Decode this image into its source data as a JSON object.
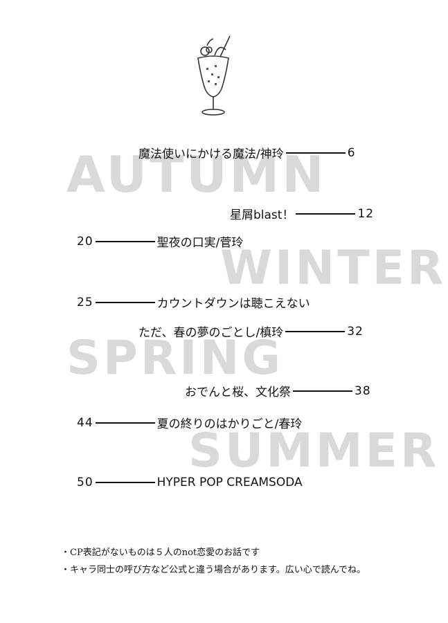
{
  "seasons": {
    "autumn": "AUTUMN",
    "winter": "WINTER",
    "spring": "SPRING",
    "summer": "SUMMER"
  },
  "entries": [
    {
      "title": "魔法使いにかける魔法/神玲",
      "page": "6"
    },
    {
      "title": "星屑blast！",
      "page": "12"
    },
    {
      "title": "聖夜の口実/菅玲",
      "page": "20"
    },
    {
      "title": "カウントダウンは聴こえない",
      "page": "25"
    },
    {
      "title": "ただ、春の夢のごとし/槙玲",
      "page": "32"
    },
    {
      "title": "おでんと桜、文化祭",
      "page": "38"
    },
    {
      "title": "夏の終りのはかりごと/春玲",
      "page": "44"
    },
    {
      "title": "HYPER POP CREAMSODA",
      "page": "50"
    }
  ],
  "notes": [
    "・CP表記がないものは５人のnot恋愛のお話です",
    "・キャラ同士の呼び方など公式と違う場合があります。広い心で読んでね。"
  ],
  "icon": "cream-soda-glass-icon"
}
